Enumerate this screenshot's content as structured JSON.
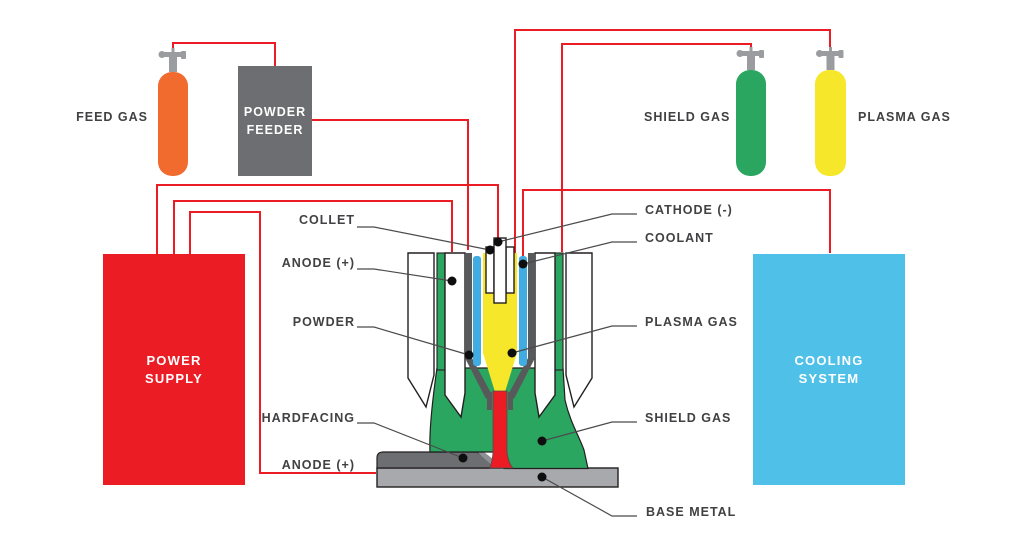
{
  "palette": {
    "wire_red": "#EC1C24",
    "orange": "#F26B2E",
    "feeder_gray": "#6D6E71",
    "powder_gray": "#58595B",
    "plate_gray": "#A7A9AC",
    "green": "#2AA661",
    "yellow": "#F6E72A",
    "cyan": "#4FC0E8",
    "coolant_blue": "#41ACE1",
    "text_gray": "#414042"
  },
  "sources": {
    "feed_gas_label": "FEED GAS",
    "shield_gas_label": "SHIELD GAS",
    "plasma_gas_label": "PLASMA GAS",
    "powder_feeder_line1": "POWDER",
    "powder_feeder_line2": "FEEDER"
  },
  "units": {
    "power_supply_line1": "POWER",
    "power_supply_line2": "SUPPLY",
    "cooling_system_line1": "COOLING",
    "cooling_system_line2": "SYSTEM"
  },
  "torch": {
    "collet": "COLLET",
    "anode_upper": "ANODE (+)",
    "powder": "POWDER",
    "hardfacing": "HARDFACING",
    "anode_lower": "ANODE (+)",
    "cathode": "CATHODE (-)",
    "coolant": "COOLANT",
    "plasma_gas": "PLASMA GAS",
    "shield_gas": "SHIELD GAS",
    "base_metal": "BASE METAL"
  }
}
